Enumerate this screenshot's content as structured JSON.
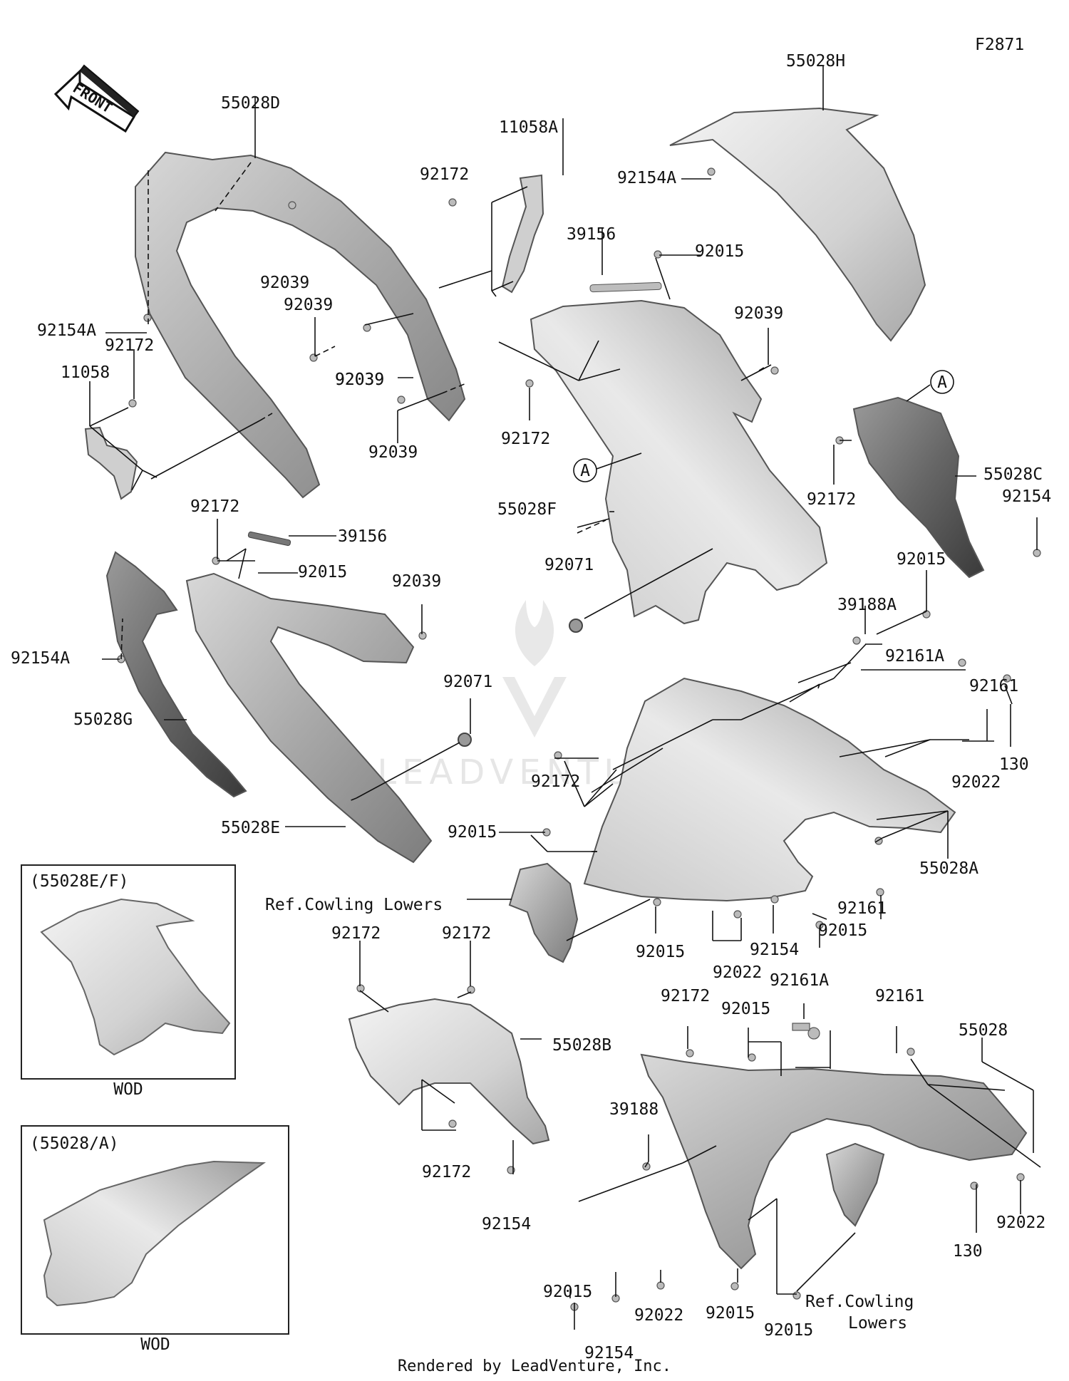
{
  "figure_code": "F2871",
  "front_label": "FRONT",
  "callout_letter": "A",
  "footer": "Rendered by LeadVenture, Inc.",
  "watermark": "LEADVENTURE",
  "inset_top": {
    "header": "(55028E/F)",
    "caption": "WOD"
  },
  "inset_bottom": {
    "header": "(55028/A)",
    "caption": "WOD"
  },
  "ref_label": "Ref.Cowling Lowers",
  "ref_label_split": [
    "Ref.Cowling",
    "Lowers"
  ],
  "part_labels": [
    "55028D",
    "11058A",
    "55028H",
    "92172",
    "92154A",
    "39156",
    "92015",
    "92039",
    "92039",
    "92039",
    "92154A",
    "92039",
    "92172",
    "11058",
    "92039",
    "92039",
    "92172",
    "55028C",
    "92154",
    "92172",
    "55028F",
    "92172",
    "39156",
    "92015",
    "92039",
    "92071",
    "92015",
    "39188A",
    "92161A",
    "92154A",
    "92071",
    "92161",
    "55028G",
    "130",
    "92172",
    "92022",
    "55028E",
    "92015",
    "55028A",
    "92161",
    "92015",
    "92015",
    "92022",
    "92154",
    "92172",
    "92172",
    "92172",
    "92161A",
    "92015",
    "92161",
    "55028",
    "55028B",
    "39188",
    "92172",
    "92154",
    "130",
    "92022",
    "92015",
    "92022",
    "92015",
    "92015",
    "92154"
  ]
}
